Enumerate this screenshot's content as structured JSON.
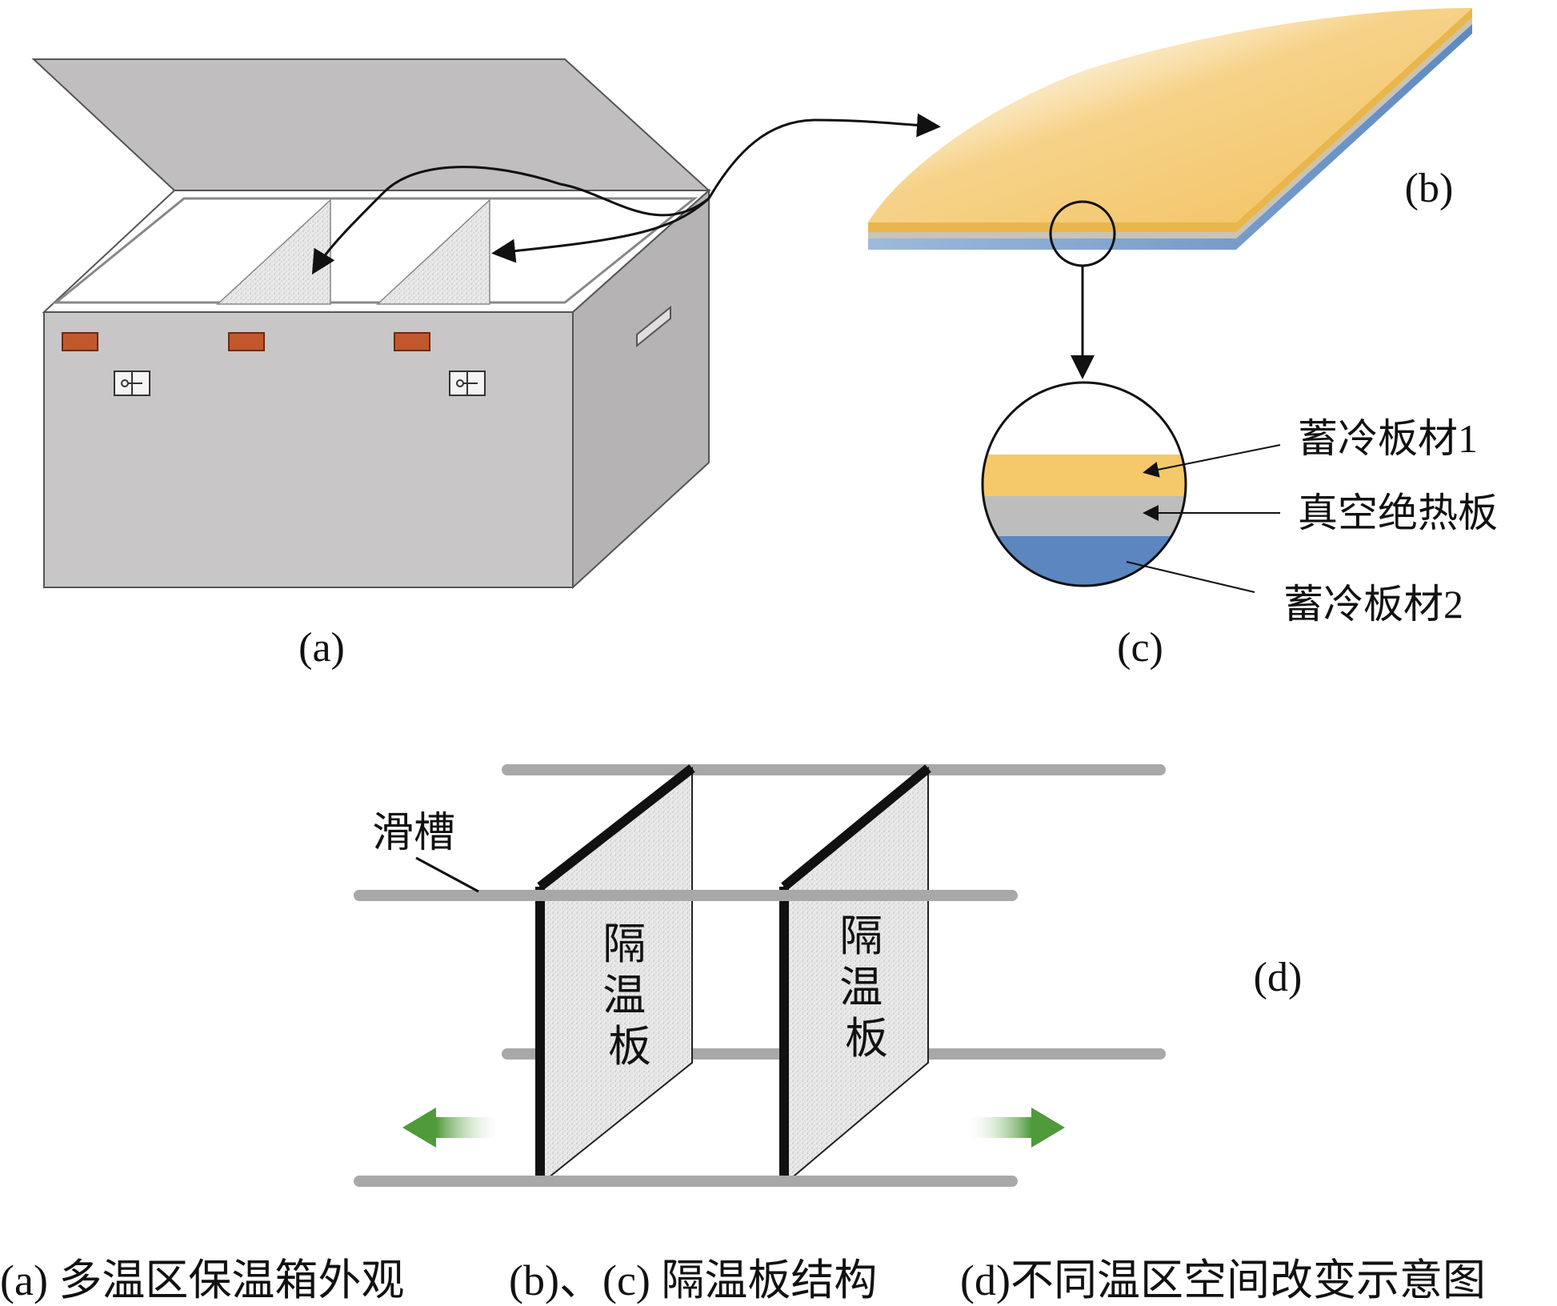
{
  "panels": {
    "a": {
      "label": "(a)"
    },
    "b": {
      "label": "(b)"
    },
    "c": {
      "label": "(c)",
      "layers": [
        {
          "name": "蓄冷板材1",
          "color": "#f5c86a"
        },
        {
          "name": "真空绝热板",
          "color": "#bdbdbd"
        },
        {
          "name": "蓄冷板材2",
          "color": "#5b86c0"
        }
      ]
    },
    "d": {
      "label": "(d)",
      "rail_label": "滑槽",
      "partition_text": "隔温板",
      "arrow_color": "#4f9a3a"
    }
  },
  "caption": {
    "a": "(a) 多温区保温箱外观",
    "bc": "(b)、(c) 隔温板结构",
    "d": "(d)不同温区空间改变示意图"
  },
  "colors": {
    "box": "#c8c6c6",
    "box_dark": "#a9a7a7",
    "lid": "#c0bebe",
    "handle": "#c1582b",
    "plate_yellow": "#f3c567",
    "plate_blue": "#6a95c8"
  }
}
